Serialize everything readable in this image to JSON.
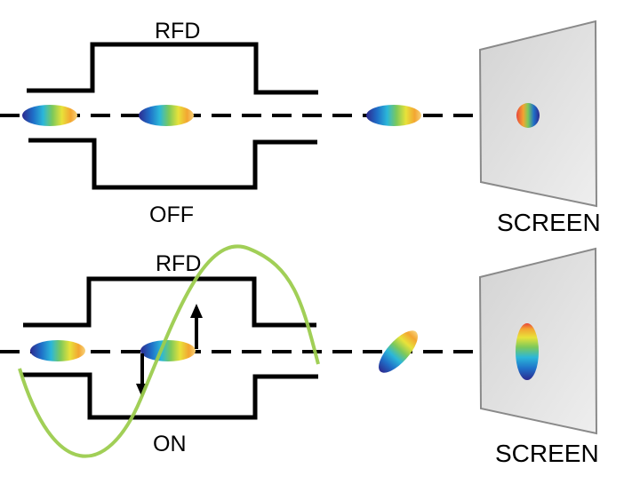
{
  "top_panel": {
    "label_rfd": "RFD",
    "label_state": "OFF",
    "label_screen": "SCREEN"
  },
  "bottom_panel": {
    "label_rfd": "RFD",
    "label_state": "ON",
    "label_screen": "SCREEN"
  },
  "colors": {
    "outline": "#000000",
    "rf_wave": "#9ccc4e",
    "screen_fill": "#dcdcdc",
    "screen_edge": "#8a8a8a",
    "bunch_gradient": [
      "#2d2a8f",
      "#1f6fc8",
      "#2bb7d9",
      "#7dc95a",
      "#e8e23a",
      "#f3a531",
      "#e8463a"
    ]
  }
}
